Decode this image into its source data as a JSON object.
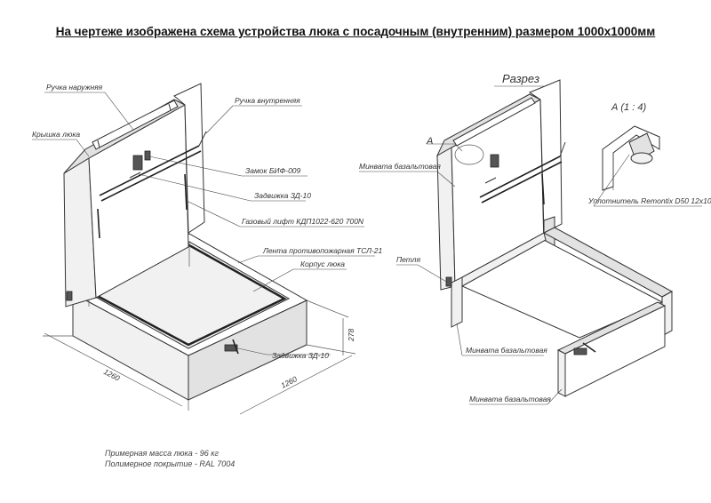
{
  "title": "На чертеже изображена схема устройства люка с посадочным (внутренним) размером 1000х1000мм",
  "left_view": {
    "labels": {
      "outer_handle": "Ручка наружняя",
      "lid": "Крышка люка",
      "inner_handle": "Ручка внутренняя",
      "lock": "Замок БИФ-009",
      "latch_top": "Задвижка ЗД-10",
      "gas_lift": "Газовый лифт КДП1022-620  700N",
      "fire_tape": "Лента противопожарная ТСЛ-21",
      "body": "Корпус люка",
      "latch_bottom": "Задвижка ЗД-10"
    },
    "dimensions": {
      "width_left": "1260",
      "width_right": "1260",
      "height": "278"
    }
  },
  "right_view": {
    "section_title": "Разрез",
    "detail_marker": "А",
    "detail_title": "А (1 : 4)",
    "labels": {
      "mineral_wool_lid": "Минвата базальтовая",
      "hinge": "Петля",
      "mineral_wool_wall": "Минвата базальтовая",
      "mineral_wool_side": "Минвата базальтовая",
      "seal": "Уплотнитель Remontix D50 12x10"
    }
  },
  "notes": {
    "mass": "Примерная масса люка - 96 кг",
    "coating": "Полимерное покрытие - RAL 7004"
  }
}
